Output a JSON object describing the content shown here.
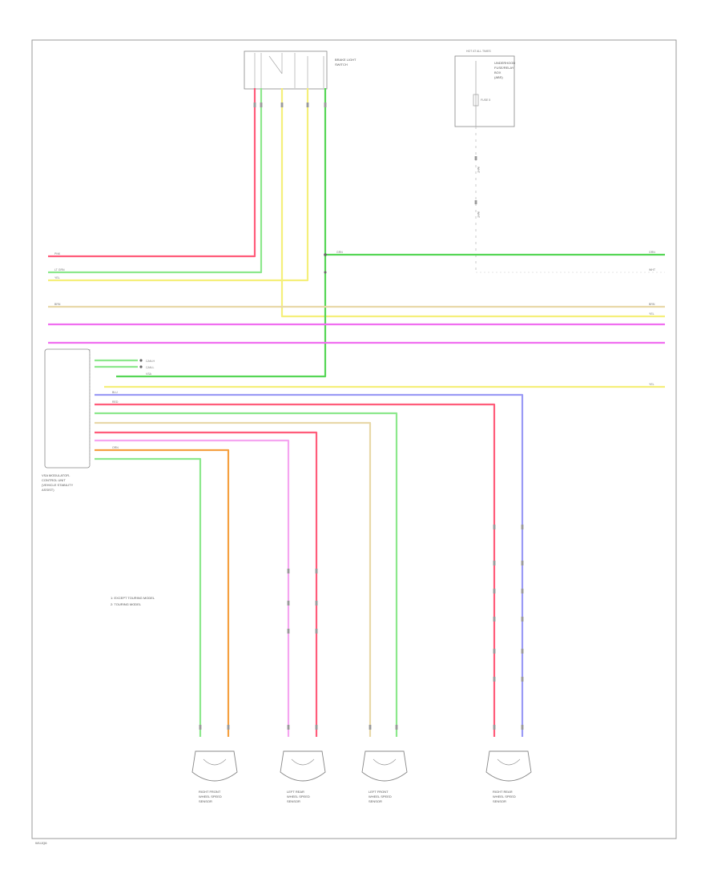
{
  "diagram": {
    "footer_code": "W1/JQ6",
    "brake_light_switch": {
      "label_1": "BRAKE LIGHT",
      "label_2": "SWITCH"
    },
    "fuse_box": {
      "header": "HOT AT ALL TIMES",
      "label_1": "UNDERHOOD",
      "label_2": "FUSE/RELAY",
      "label_3": "BOX",
      "label_4": "(ABS)",
      "fuse_label": "FUSE 5"
    },
    "vsa_module": {
      "label_1": "VSA MODULATOR-",
      "label_2": "CONTROL UNIT",
      "label_3": "(VEHICLE STABILITY",
      "label_4": "ASSIST)"
    },
    "notes": [
      "1: EXCEPT TOURING MODEL",
      "2: TOURING MODEL"
    ],
    "sensors": [
      {
        "label_1": "RIGHT FRONT",
        "label_2": "WHEEL SPEED",
        "label_3": "SENSOR"
      },
      {
        "label_1": "LEFT REAR",
        "label_2": "WHEEL SPEED",
        "label_3": "SENSOR"
      },
      {
        "label_1": "LEFT FRONT",
        "label_2": "WHEEL SPEED",
        "label_3": "SENSOR"
      },
      {
        "label_1": "RIGHT REAR",
        "label_2": "WHEEL SPEED",
        "label_3": "SENSOR"
      }
    ],
    "side_tags": {
      "can_h": "CAN-H",
      "can_l": "CAN-L",
      "vsa": "VSA"
    },
    "wire_tags": {
      "pnk": "PNK",
      "lt_grn": "LT GRN",
      "yel": "YEL",
      "grn": "GRN",
      "wht": "WHT",
      "brn": "BRN",
      "red": "RED",
      "blu": "BLU",
      "orn": "ORN"
    },
    "colors": {
      "red": "#ff5c7a",
      "light_green": "#8ce88c",
      "yellow": "#f5ef7a",
      "green": "#55d655",
      "tan": "#e8d8a8",
      "magenta": "#f06ef0",
      "pink": "#f5a5f0",
      "blue": "#9a9af5",
      "orange": "#f5a040",
      "outline": "#888888"
    }
  }
}
